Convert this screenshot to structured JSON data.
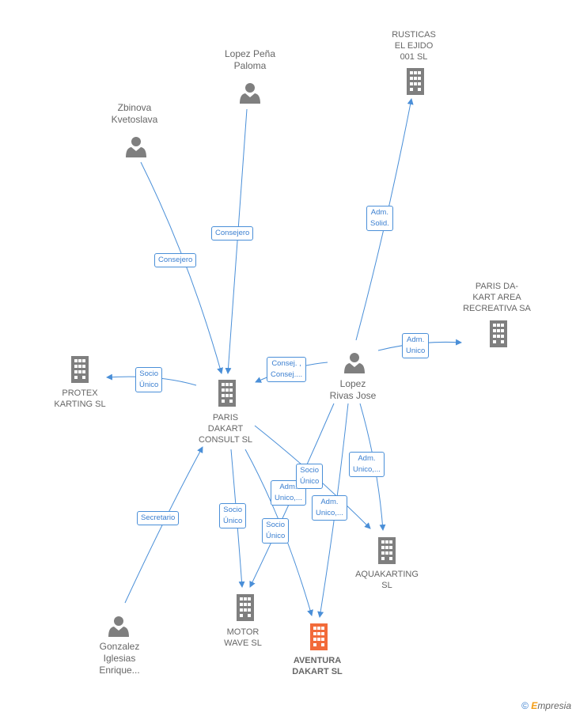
{
  "nodes": {
    "lopez_pena": {
      "label": "Lopez Peña\nPaloma",
      "type": "person"
    },
    "zbinova": {
      "label": "Zbinova\nKvetoslava",
      "type": "person"
    },
    "rusticas": {
      "label": "RUSTICAS\nEL EJIDO\n001  SL",
      "type": "company"
    },
    "paris_area": {
      "label": "PARIS DA-\nKART AREA\nRECREATIVA SA",
      "type": "company"
    },
    "lopez_rivas": {
      "label": "Lopez\nRivas Jose",
      "type": "person"
    },
    "protex": {
      "label": "PROTEX\nKARTING  SL",
      "type": "company"
    },
    "paris_consult": {
      "label": "PARIS\nDAKART\nCONSULT  SL",
      "type": "company"
    },
    "aquakarting": {
      "label": "AQUAKARTING\nSL",
      "type": "company"
    },
    "motor_wave": {
      "label": "MOTOR\nWAVE  SL",
      "type": "company"
    },
    "aventura": {
      "label": "AVENTURA\nDAKART  SL",
      "type": "company-focus"
    },
    "gonzalez": {
      "label": "Gonzalez\nIglesias\nEnrique...",
      "type": "person"
    }
  },
  "edges": {
    "consejero1": "Consejero",
    "consejero2": "Consejero",
    "adm_solid": "Adm.\nSolid.",
    "adm_unico_area": "Adm.\nUnico",
    "consej": "Consej. ,\nConsej....",
    "socio_protex": "Socio\nÚnico",
    "socio_lr": "Socio\nÚnico",
    "adm_aqua": "Adm.\nUnico,...",
    "adm_hidden": "Adm.\nUnico,...",
    "adm_aventura": "Adm.\nUnico,...",
    "socio_motor": "Socio\nÚnico",
    "socio_aventura": "Socio\nÚnico",
    "secretario": "Secretario"
  },
  "colors": {
    "edge": "#4a8fd8",
    "icon": "#7f7f7f",
    "focus": "#f26b3a"
  },
  "footer": {
    "copyright": "©",
    "brand_e": "E",
    "brand_rest": "mpresia"
  }
}
